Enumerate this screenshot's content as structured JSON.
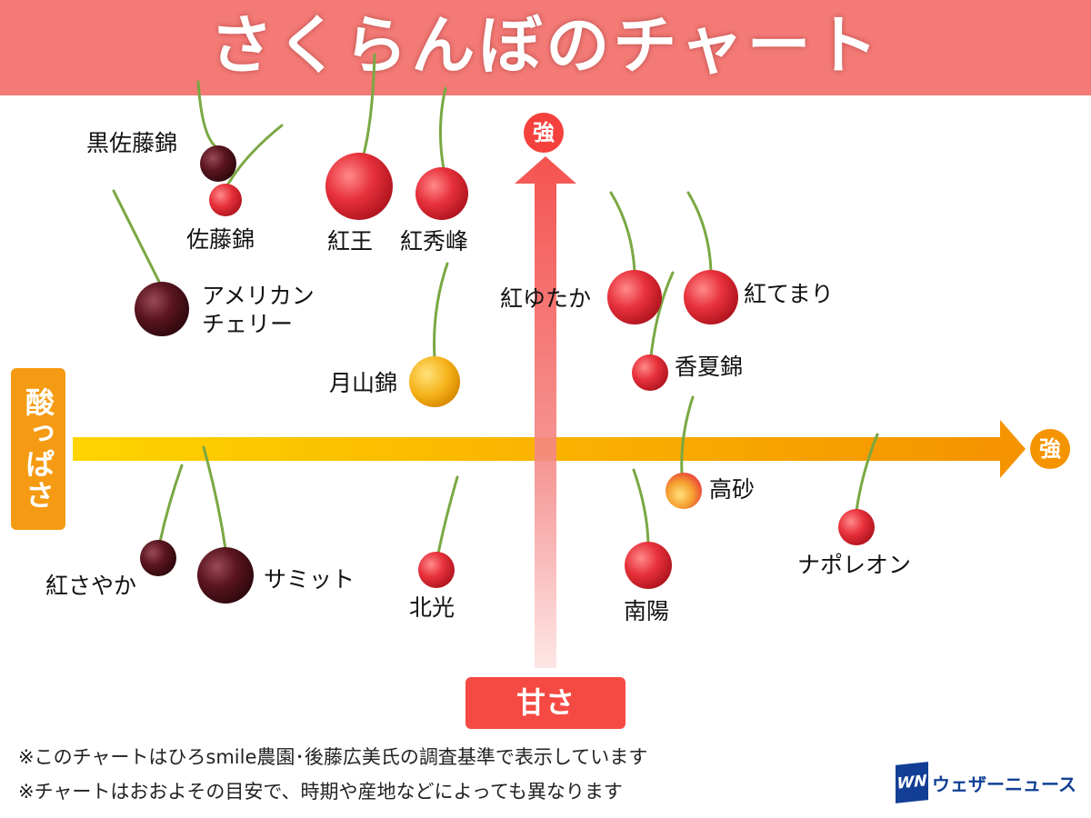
{
  "header": {
    "title": "さくらんぼのチャート"
  },
  "axes": {
    "vertical_end_label": "強",
    "horizontal_end_label": "強",
    "sourness_label": "酸っぱさ",
    "sweetness_label": "甘さ"
  },
  "cherries": [
    {
      "name": "黒佐藤錦"
    },
    {
      "name": "佐藤錦"
    },
    {
      "name": "紅王"
    },
    {
      "name": "紅秀峰"
    },
    {
      "name": "アメリカン",
      "name2": "チェリー"
    },
    {
      "name": "月山錦"
    },
    {
      "name": "紅ゆたか"
    },
    {
      "name": "紅てまり"
    },
    {
      "name": "香夏錦"
    },
    {
      "name": "高砂"
    },
    {
      "name": "ナポレオン"
    },
    {
      "name": "南陽"
    },
    {
      "name": "北光"
    },
    {
      "name": "紅さやか"
    },
    {
      "name": "サミット"
    }
  ],
  "notes": [
    "※このチャートはひろsmile農園･後藤広美氏の調査基準で表示しています",
    "※チャートはおおよその目安で、時期や産地などによっても異なります"
  ],
  "logo": {
    "mark": "WN",
    "text": "ウェザーニュース"
  },
  "colors": {
    "header": "#f47a76",
    "sour": "#f59b13",
    "sweet": "#f44a43",
    "red_cherry": "#e8323c",
    "dark_cherry": "#5a1520",
    "yellow_cherry": "#f5b21a"
  }
}
